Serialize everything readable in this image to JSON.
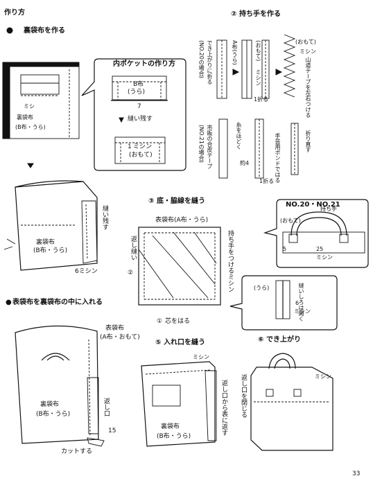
{
  "header": {
    "top_left": "作り方"
  },
  "section1": {
    "marker": "●",
    "title": "裏袋布を作る",
    "bullet_a": "●",
    "title2": "表袋布を裏袋布の中に入れる"
  },
  "pocket_callout": {
    "title": "内ポケットの作り方",
    "b_fabric": "B布",
    "b_side": "(うら)",
    "seven": "7",
    "sew_leave": "縫い残す",
    "one": "1",
    "sewing": "ミシン",
    "front": "(おもて)"
  },
  "panel1": {
    "faint_label1": "ミシ",
    "faint_label2": "裏袋布",
    "faint_label3": "(B布・うら)"
  },
  "panel2": {
    "sew_leave_v": "縫い残す",
    "back_fabric": "裏袋布",
    "back_side": "(B布・うら)",
    "six_sew": "6ミシン"
  },
  "section2": {
    "num": "②",
    "title": "持ち手を作る",
    "note_no20": "(NO.20の場合)",
    "fold_up": "でき上がりに折る",
    "a_fabric": "A布(うら)",
    "front_v": "(おもて)",
    "sewing_v": "ミシン",
    "fold1": "1折る",
    "front2": "(おもて)",
    "sewing2": "ミシン",
    "tape_note": "山道テープを左右つける",
    "note_no21": "(NO.21の場合)",
    "leather_tape": "市販の合皮テープ",
    "untwist": "糸をほどく",
    "approx4": "約4",
    "fold1b": "1折る",
    "handle_bond": "手芸用ボンドではる",
    "refold": "折り直す"
  },
  "section3": {
    "num": "③",
    "title": "底・脇線を縫う",
    "front_fabric": "表袋布(A布・うら)",
    "return_sew": "返し縫い",
    "handle_attach": "持ち手をつけるミシン",
    "two": "②",
    "circle1": "①",
    "apply_core": "芯をはる"
  },
  "no_callout": {
    "title": "NO.20・NO.21",
    "handle": "持ち手",
    "front": "(おもて)",
    "five": "5",
    "twentyfive": "25",
    "sewing": "ミシン"
  },
  "seam_callout": {
    "back": "(うら)",
    "seam_open": "縫いしろは開く",
    "six": "6",
    "sewing": "ミシン"
  },
  "panel3": {
    "front_fabric": "表袋布",
    "front_side": "(A布・おもて)",
    "return_port": "返し口",
    "back_fabric": "裏袋布",
    "back_side": "(B布・うら)",
    "fifteen": "15",
    "cut": "カットする"
  },
  "section4": {
    "num": "⑤",
    "title": "入れ口を縫う",
    "sewing": "ミシン",
    "back_fabric": "裏袋布",
    "back_side": "(B布・うら)",
    "note_v": "返し口から表に返す"
  },
  "section5": {
    "num": "⑥",
    "title": "でき上がり",
    "sewing": "ミシン",
    "note_v": "返し口を閉じる"
  },
  "footer": {
    "page_number": "33"
  }
}
